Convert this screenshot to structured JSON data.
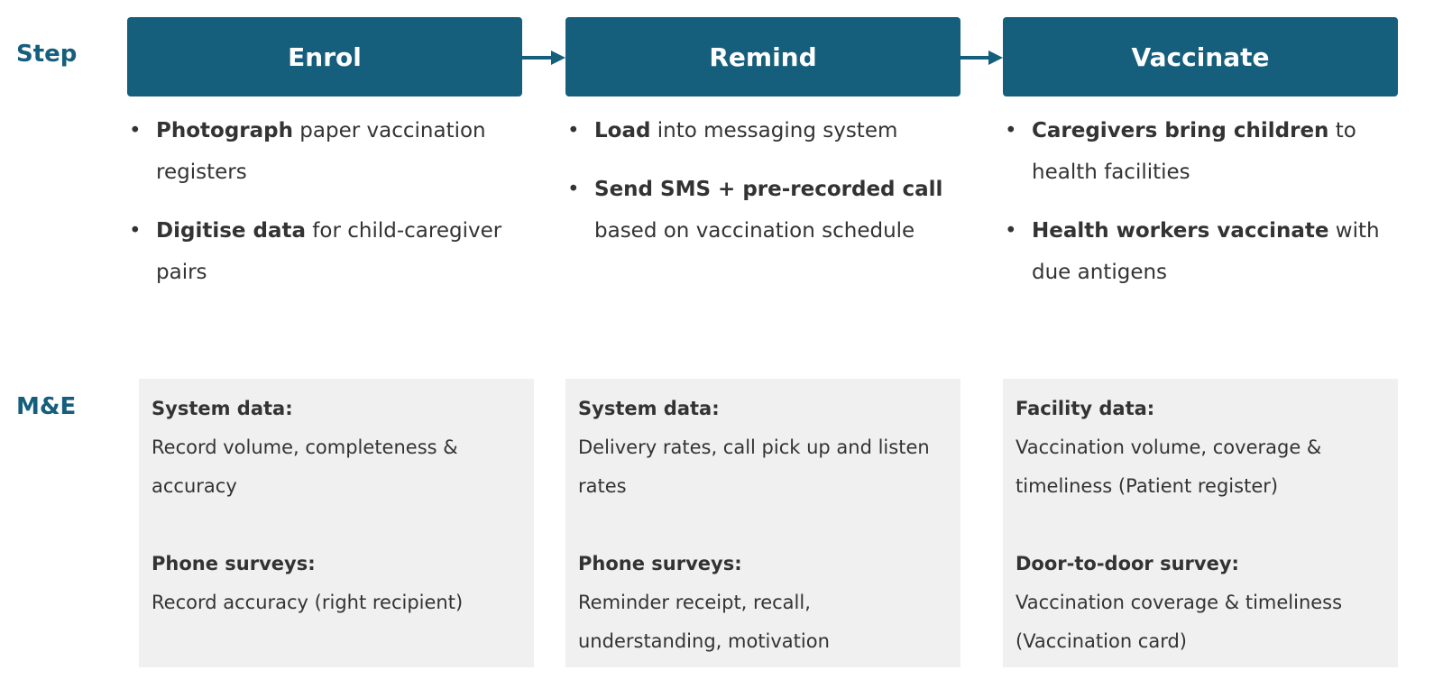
{
  "row_labels": {
    "step": "Step",
    "me": "M&E"
  },
  "accent": "#155f7d",
  "steps": [
    {
      "title": "Enrol",
      "bullets": [
        {
          "bold": "Photograph",
          "rest": " paper vaccination registers"
        },
        {
          "bold": "Digitise data",
          "rest": " for child-caregiver pairs"
        }
      ],
      "me": [
        {
          "heading": "System data:",
          "text": "Record volume, completeness & accuracy"
        },
        {
          "heading": "Phone surveys:",
          "text": "Record accuracy (right recipient)"
        }
      ]
    },
    {
      "title": "Remind",
      "bullets": [
        {
          "bold": "Load",
          "rest": " into messaging system"
        },
        {
          "bold": "Send SMS + pre-recorded call",
          "rest": " based on vaccination schedule"
        }
      ],
      "me": [
        {
          "heading": "System data:",
          "text": "Delivery rates, call pick up and listen rates"
        },
        {
          "heading": "Phone surveys:",
          "text": "Reminder receipt, recall, understanding, motivation"
        }
      ]
    },
    {
      "title": "Vaccinate",
      "bullets": [
        {
          "bold": "Caregivers bring children",
          "rest": " to health facilities"
        },
        {
          "bold": "Health workers vaccinate",
          "rest": " with due antigens"
        }
      ],
      "me": [
        {
          "heading": "Facility data:",
          "text": "Vaccination volume, coverage & timeliness (Patient register)"
        },
        {
          "heading": "Door-to-door survey:",
          "text": "Vaccination coverage & timeliness (Vaccination card)"
        }
      ]
    }
  ]
}
